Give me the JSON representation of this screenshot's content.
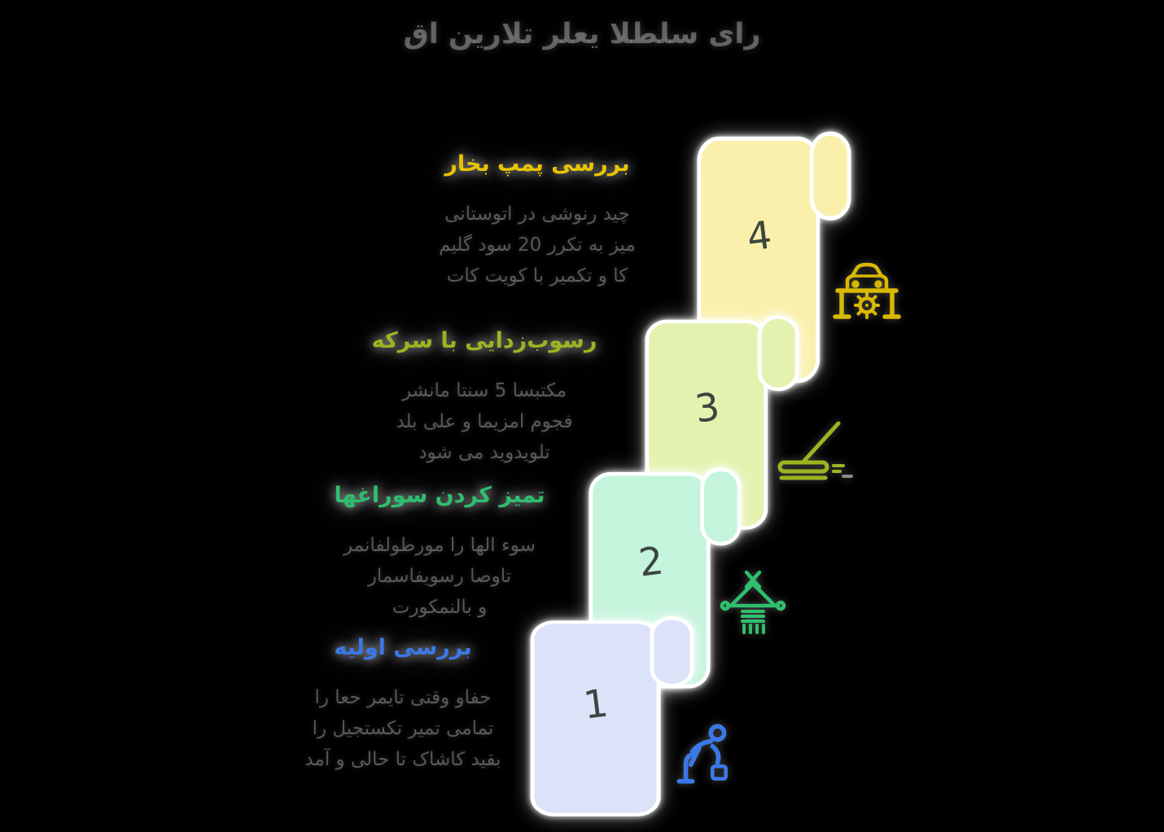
{
  "title": "رای سلطلا یعلر تلارین اق",
  "steps": [
    {
      "number": "4",
      "heading": "بررسی پمپ بخار",
      "heading_color": "#E9C400",
      "card_color": "#FAF0AC",
      "icon": "car-lift-icon",
      "icon_color": "#D9B800",
      "lines": [
        "چید رنوشی در اتوستانی",
        "میز به تکرر 20 سود گلیم",
        "کا و تکمیر با کویت کات"
      ]
    },
    {
      "number": "3",
      "heading": "رسوب‌زدایی با سرکه",
      "heading_color": "#9AB520",
      "card_color": "#E3F2AE",
      "icon": "squeegee-icon",
      "icon_color": "#9AB520",
      "lines": [
        "مکتبسا 5 سنتا مانشر",
        "فجوم امزیما و علی بلد",
        "تلویدوید می شود"
      ]
    },
    {
      "number": "2",
      "heading": "تمیز کردن سوراغها",
      "heading_color": "#2EBF6E",
      "card_color": "#C5F4DC",
      "icon": "wash-station-icon",
      "icon_color": "#2EBF6E",
      "lines": [
        "سوء الها را مورطولفانمر",
        "تاوصا رسویفاسمار",
        "و بالنمکورت"
      ]
    },
    {
      "number": "1",
      "heading": "بررسی اولیه",
      "heading_color": "#3B78E7",
      "card_color": "#DCE3F8",
      "icon": "inspector-icon",
      "icon_color": "#3B78E7",
      "lines": [
        "حفاو وقتی تایمر حعا را",
        "تمامی تمیر تکستجیل را",
        "بقید کاشاک تا حالی و آمد"
      ]
    }
  ],
  "colors": {
    "background": "#000000",
    "card_border": "#FFFFFF",
    "title_text": "#454545",
    "body_text": "#4D4D4D",
    "number_text": "#3D453F"
  }
}
